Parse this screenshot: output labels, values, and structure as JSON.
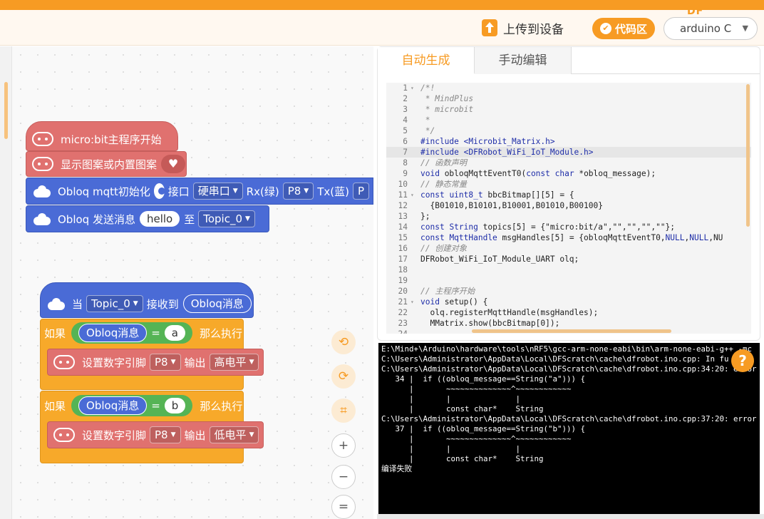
{
  "toolbar": {
    "upload_label": "上传到设备",
    "code_area_label": "代码区",
    "language_value": "arduino C",
    "logo_text": "DF"
  },
  "blocks": {
    "main_start": "micro:bit主程序开始",
    "show_pattern": "显示图案或内置图案",
    "mqtt_init": {
      "label": "Obloq mqtt初始化",
      "port_label": "接口",
      "port_value": "硬串口",
      "rx_label": "Rx(绿)",
      "rx_value": "P8",
      "tx_label": "Tx(蓝)",
      "tx_value": "P"
    },
    "send_msg": {
      "label": "Obloq 发送消息",
      "msg": "hello",
      "to_label": "至",
      "topic": "Topic_0"
    },
    "on_receive": {
      "when": "当",
      "topic": "Topic_0",
      "received": "接收到",
      "msg_var": "Obloq消息"
    },
    "if1": {
      "if": "如果",
      "var": "Obloq消息",
      "eq": "=",
      "val": "a",
      "then": "那么执行",
      "set_pin": "设置数字引脚",
      "pin": "P8",
      "output": "输出",
      "level": "高电平"
    },
    "if2": {
      "if": "如果",
      "var": "Obloq消息",
      "eq": "=",
      "val": "b",
      "then": "那么执行",
      "set_pin": "设置数字引脚",
      "pin": "P8",
      "output": "输出",
      "level": "低电平"
    }
  },
  "side_tools": {
    "undo": "⟲",
    "redo": "⟳",
    "crop": "⌗",
    "zoom_in": "+",
    "zoom_out": "−",
    "reset": "="
  },
  "code_panel": {
    "tabs": [
      "自动生成",
      "手动编辑"
    ],
    "active_tab": 0,
    "lines": [
      {
        "n": "1",
        "fold": "▾",
        "t": "/*!"
      },
      {
        "n": "2",
        "fold": "",
        "t": " * MindPlus"
      },
      {
        "n": "3",
        "fold": "",
        "t": " * microbit"
      },
      {
        "n": "4",
        "fold": "",
        "t": " *"
      },
      {
        "n": "5",
        "fold": "",
        "t": " */"
      },
      {
        "n": "6",
        "fold": "",
        "t": "#include <Microbit_Matrix.h>"
      },
      {
        "n": "7",
        "fold": "",
        "t": "#include <DFRobot_WiFi_IoT_Module.h>"
      },
      {
        "n": "8",
        "fold": "",
        "t": "// 函数声明"
      },
      {
        "n": "9",
        "fold": "",
        "t": "void obloqMqttEventT0(const char *obloq_message);"
      },
      {
        "n": "10",
        "fold": "",
        "t": "// 静态常量"
      },
      {
        "n": "11",
        "fold": "▾",
        "t": "const uint8_t bbcBitmap[][5] = {"
      },
      {
        "n": "12",
        "fold": "",
        "t": "  {B01010,B10101,B10001,B01010,B00100}"
      },
      {
        "n": "13",
        "fold": "",
        "t": "};"
      },
      {
        "n": "14",
        "fold": "",
        "t": "const String topics[5] = {\"micro:bit/a\",\"\",\"\",\"\",\"\"};"
      },
      {
        "n": "15",
        "fold": "",
        "t": "const MqttHandle msgHandles[5] = {obloqMqttEventT0,NULL,NULL,NU"
      },
      {
        "n": "16",
        "fold": "",
        "t": "// 创建对象"
      },
      {
        "n": "17",
        "fold": "",
        "t": "DFRobot_WiFi_IoT_Module_UART olq;"
      },
      {
        "n": "18",
        "fold": "",
        "t": ""
      },
      {
        "n": "19",
        "fold": "",
        "t": ""
      },
      {
        "n": "20",
        "fold": "",
        "t": "// 主程序开始"
      },
      {
        "n": "21",
        "fold": "▾",
        "t": "void setup() {"
      },
      {
        "n": "22",
        "fold": "",
        "t": "  olq.registerMqttHandle(msgHandles);"
      },
      {
        "n": "23",
        "fold": "",
        "t": "  MMatrix.show(bbcBitmap[0]);"
      },
      {
        "n": "24",
        "fold": "",
        "t": ""
      }
    ]
  },
  "console": {
    "lines": [
      "E:\\Mind+\\Arduino\\hardware\\tools\\nRF5\\gcc-arm-none-eabi\\bin\\arm-none-eabi-g++ -mc",
      "C:\\Users\\Administrator\\AppData\\Local\\DFScratch\\cache\\dfrobot.ino.cpp: In fu",
      "C:\\Users\\Administrator\\AppData\\Local\\DFScratch\\cache\\dfrobot.ino.cpp:34:20: error",
      "   34 |  if ((obloq_message==String(\"a\"))) {",
      "      |       ~~~~~~~~~~~~~~^~~~~~~~~~~~~",
      "      |       |              |",
      "      |       const char*    String",
      "C:\\Users\\Administrator\\AppData\\Local\\DFScratch\\cache\\dfrobot.ino.cpp:37:20: error",
      "   37 |  if ((obloq_message==String(\"b\"))) {",
      "      |       ~~~~~~~~~~~~~~^~~~~~~~~~~~~",
      "      |       |              |",
      "      |       const char*    String",
      "编译失败"
    ],
    "help_label": "?"
  }
}
